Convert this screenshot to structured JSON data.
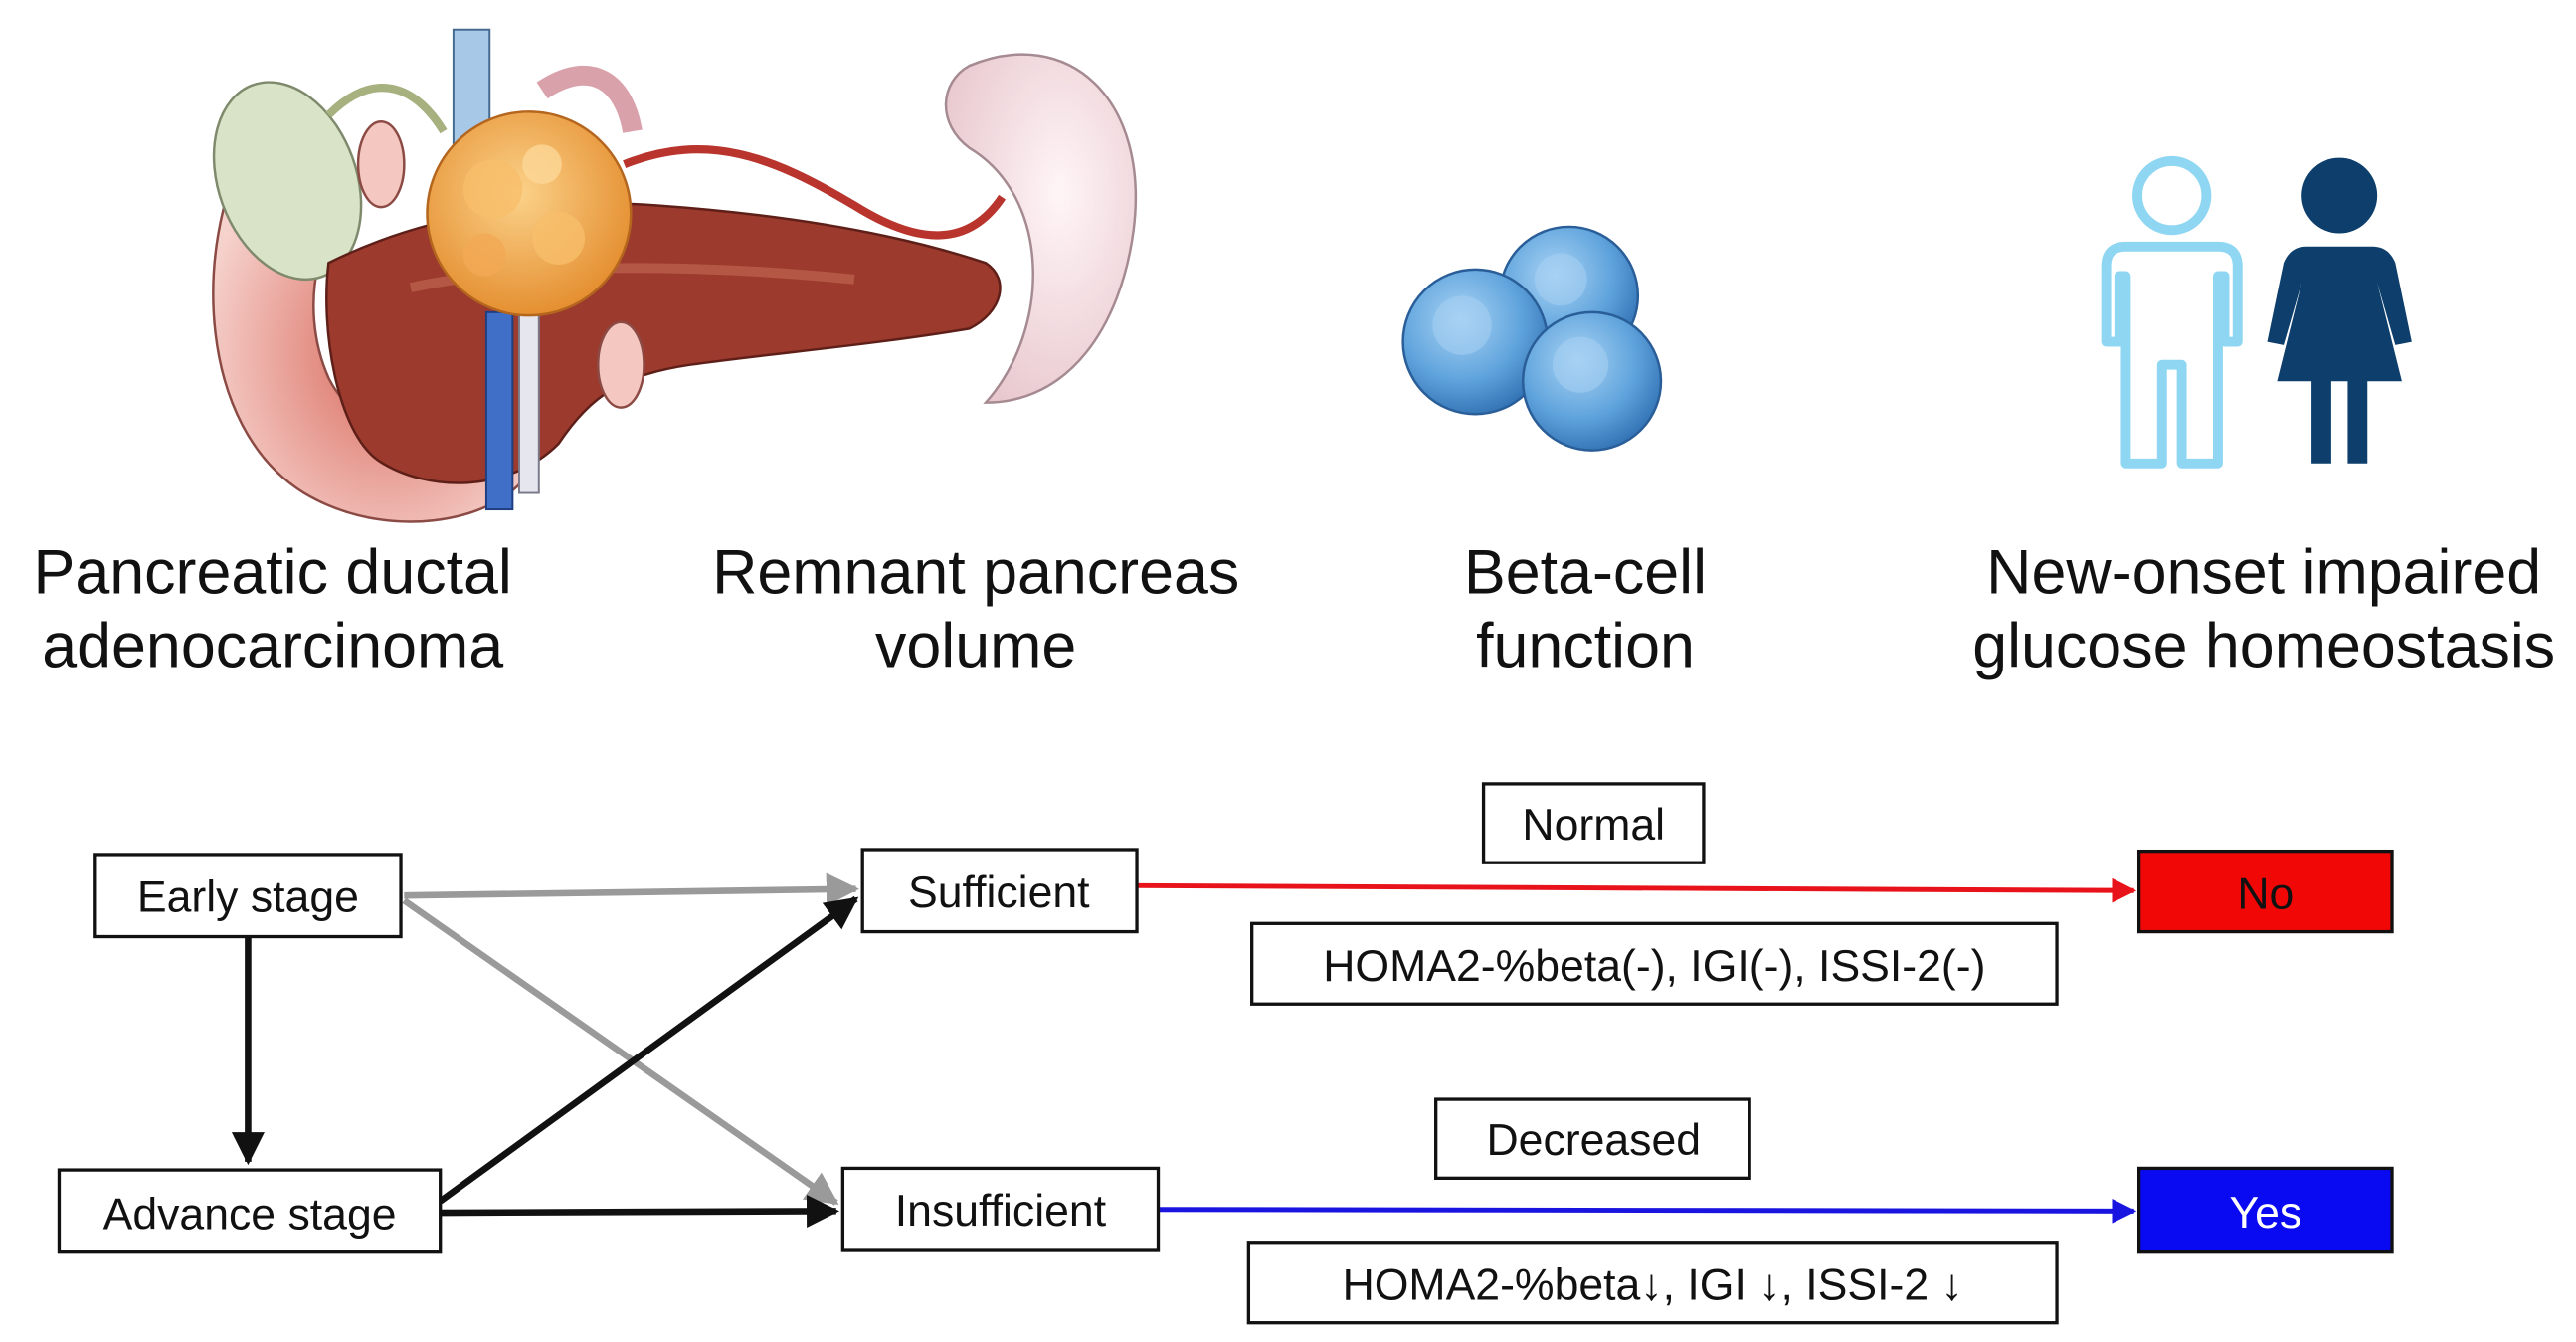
{
  "columns": [
    {
      "line1": "Pancreatic ductal",
      "line2": "adenocarcinoma"
    },
    {
      "line1": "Remnant pancreas",
      "line2": "volume"
    },
    {
      "line1": "Beta-cell",
      "line2": "function"
    },
    {
      "line1": "New-onset impaired",
      "line2": "glucose homeostasis"
    }
  ],
  "stages": {
    "early": "Early stage",
    "advance": "Advance stage"
  },
  "volume": {
    "sufficient": "Sufficient",
    "insufficient": "Insufficient"
  },
  "beta_cell": {
    "normal": "Normal",
    "normal_indices": "HOMA2-%beta(-), IGI(-), ISSI-2(-)",
    "decreased": "Decreased",
    "decreased_indices": "HOMA2-%beta↓, IGI ↓, ISSI-2 ↓"
  },
  "outcome": {
    "no": "No",
    "yes": "Yes"
  },
  "colors": {
    "red_path": "#e8131a",
    "blue_path": "#1a14e0",
    "grey_arrow": "#9a9a9a",
    "black_arrow": "#111111",
    "no_box": "#f20707",
    "yes_box": "#0a0af2",
    "person_light": "#8fd6f3",
    "person_dark": "#0d3e6c",
    "beta_cell": "#5fa3dc"
  },
  "icons": [
    "pancreas-illustration",
    "beta-cell-icon",
    "man-icon",
    "woman-icon"
  ]
}
